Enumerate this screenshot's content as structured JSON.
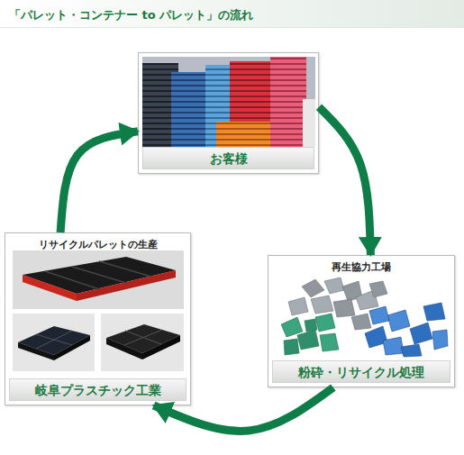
{
  "diagram": {
    "title": "「パレット・コンテナー to パレット」の流れ",
    "nodes": [
      {
        "text": [
          "お客様"
        ]
      },
      {
        "text": [
          "再生協力工場",
          "粉砕・リサイクル処理"
        ]
      },
      {
        "text": [
          "リサイクルパレットの生産",
          "岐阜プラスチック工業"
        ]
      }
    ],
    "edges": [
      {
        "from": 0,
        "to": 1,
        "arrow": "to"
      },
      {
        "from": 1,
        "to": 2,
        "arrow": "to"
      },
      {
        "from": 2,
        "to": 0,
        "arrow": "to"
      }
    ]
  }
}
